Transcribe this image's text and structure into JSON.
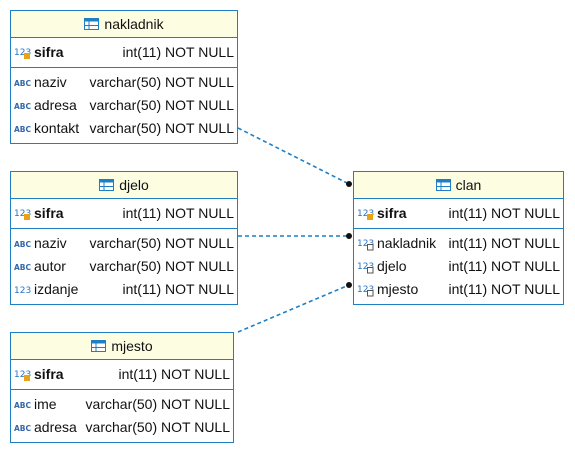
{
  "tables": {
    "nakladnik": {
      "name": "nakladnik",
      "pk": {
        "name": "sifra",
        "type": "int(11) NOT NULL",
        "icon": "numeric-pk-icon"
      },
      "columns": [
        {
          "name": "naziv",
          "type": "varchar(50) NOT NULL",
          "icon": "text-icon"
        },
        {
          "name": "adresa",
          "type": "varchar(50) NOT NULL",
          "icon": "text-icon"
        },
        {
          "name": "kontakt",
          "type": "varchar(50) NOT NULL",
          "icon": "text-icon"
        }
      ]
    },
    "djelo": {
      "name": "djelo",
      "pk": {
        "name": "sifra",
        "type": "int(11) NOT NULL",
        "icon": "numeric-pk-icon"
      },
      "columns": [
        {
          "name": "naziv",
          "type": "varchar(50) NOT NULL",
          "icon": "text-icon"
        },
        {
          "name": "autor",
          "type": "varchar(50) NOT NULL",
          "icon": "text-icon"
        },
        {
          "name": "izdanje",
          "type": "int(11) NOT NULL",
          "icon": "numeric-icon"
        }
      ]
    },
    "mjesto": {
      "name": "mjesto",
      "pk": {
        "name": "sifra",
        "type": "int(11) NOT NULL",
        "icon": "numeric-pk-icon"
      },
      "columns": [
        {
          "name": "ime",
          "type": "varchar(50) NOT NULL",
          "icon": "text-icon"
        },
        {
          "name": "adresa",
          "type": "varchar(50) NOT NULL",
          "icon": "text-icon"
        }
      ]
    },
    "clan": {
      "name": "clan",
      "pk": {
        "name": "sifra",
        "type": "int(11) NOT NULL",
        "icon": "numeric-pk-icon"
      },
      "columns": [
        {
          "name": "nakladnik",
          "type": "int(11) NOT NULL",
          "icon": "numeric-fk-icon"
        },
        {
          "name": "djelo",
          "type": "int(11) NOT NULL",
          "icon": "numeric-fk-icon"
        },
        {
          "name": "mjesto",
          "type": "int(11) NOT NULL",
          "icon": "numeric-fk-icon"
        }
      ]
    }
  },
  "relations": [
    {
      "from": "clan.nakladnik",
      "to": "nakladnik"
    },
    {
      "from": "clan.djelo",
      "to": "djelo"
    },
    {
      "from": "clan.mjesto",
      "to": "mjesto"
    }
  ],
  "colors": {
    "border": "#1f7fc4",
    "header_bg": "#fdfde2",
    "link": "#1f7fc4"
  }
}
